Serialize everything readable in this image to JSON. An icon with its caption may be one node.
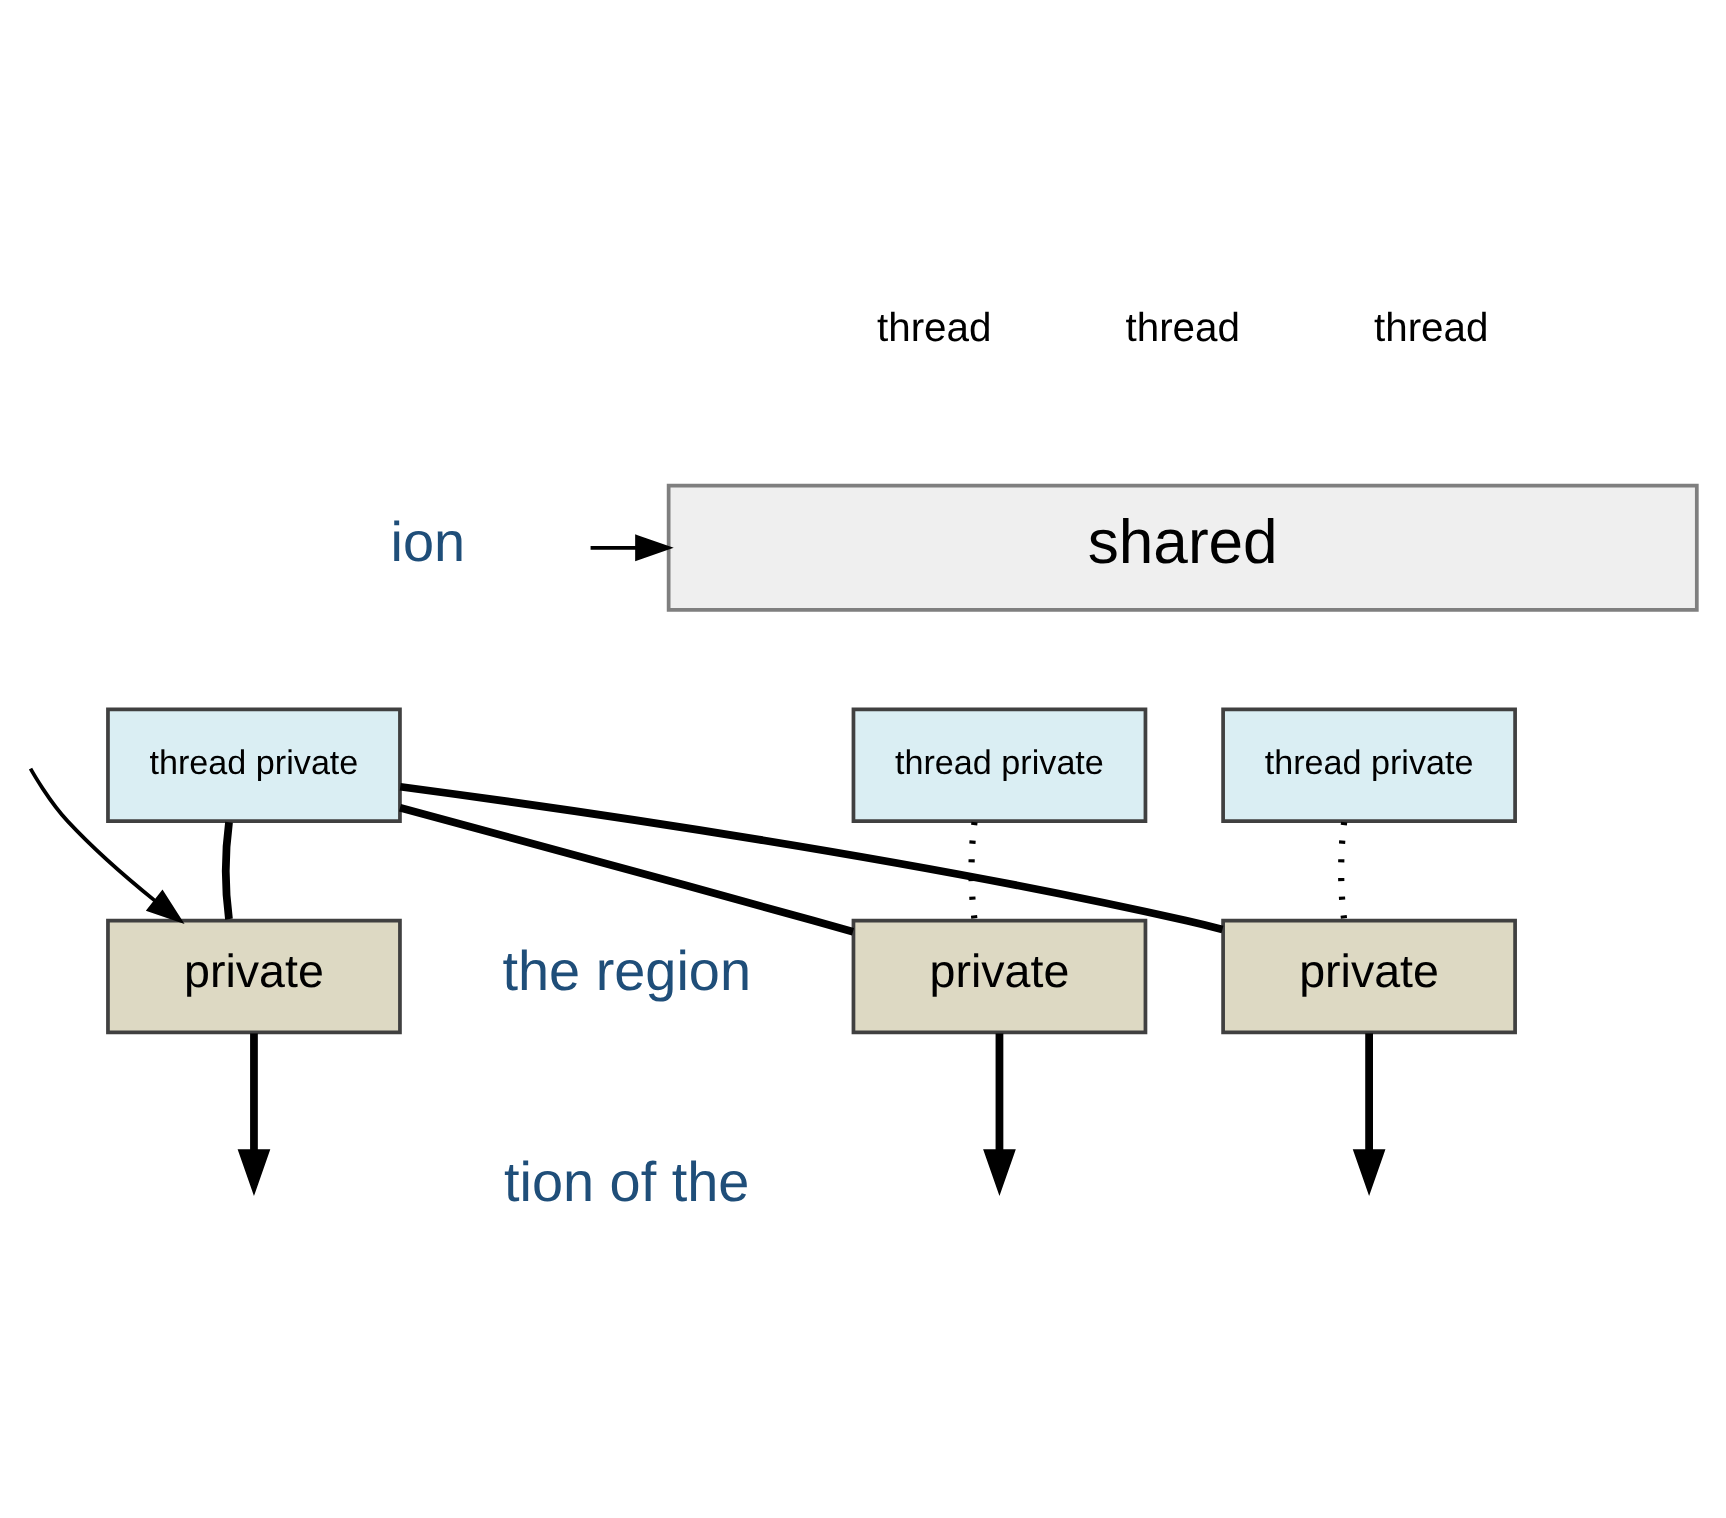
{
  "diagram": {
    "nodes": [
      {
        "text": [
          "shared"
        ]
      },
      {
        "text": [
          "thread private"
        ]
      },
      {
        "text": [
          "thread private"
        ]
      },
      {
        "text": [
          "thread private"
        ]
      },
      {
        "text": [
          "private"
        ]
      },
      {
        "text": [
          "private"
        ]
      },
      {
        "text": [
          "private"
        ]
      }
    ],
    "edges": [
      {
        "from": null,
        "to": 0,
        "arrow": "to"
      },
      {
        "from": null,
        "to": 4,
        "arrow": "to"
      },
      {
        "from": 1,
        "to": 4,
        "arrow": "none"
      },
      {
        "from": 2,
        "to": 5,
        "arrow": "none",
        "style": "dashed"
      },
      {
        "from": 3,
        "to": 6,
        "arrow": "none",
        "style": "dashed"
      },
      {
        "from": 1,
        "to": 5,
        "arrow": "none"
      },
      {
        "from": 1,
        "to": 6,
        "arrow": "none"
      },
      {
        "from": 4,
        "to": null,
        "arrow": "to"
      },
      {
        "from": 5,
        "to": null,
        "arrow": "to"
      },
      {
        "from": 6,
        "to": null,
        "arrow": "to"
      }
    ],
    "labels": [
      "thread",
      "thread",
      "thread",
      "ion",
      "the region",
      "tion of the"
    ]
  }
}
